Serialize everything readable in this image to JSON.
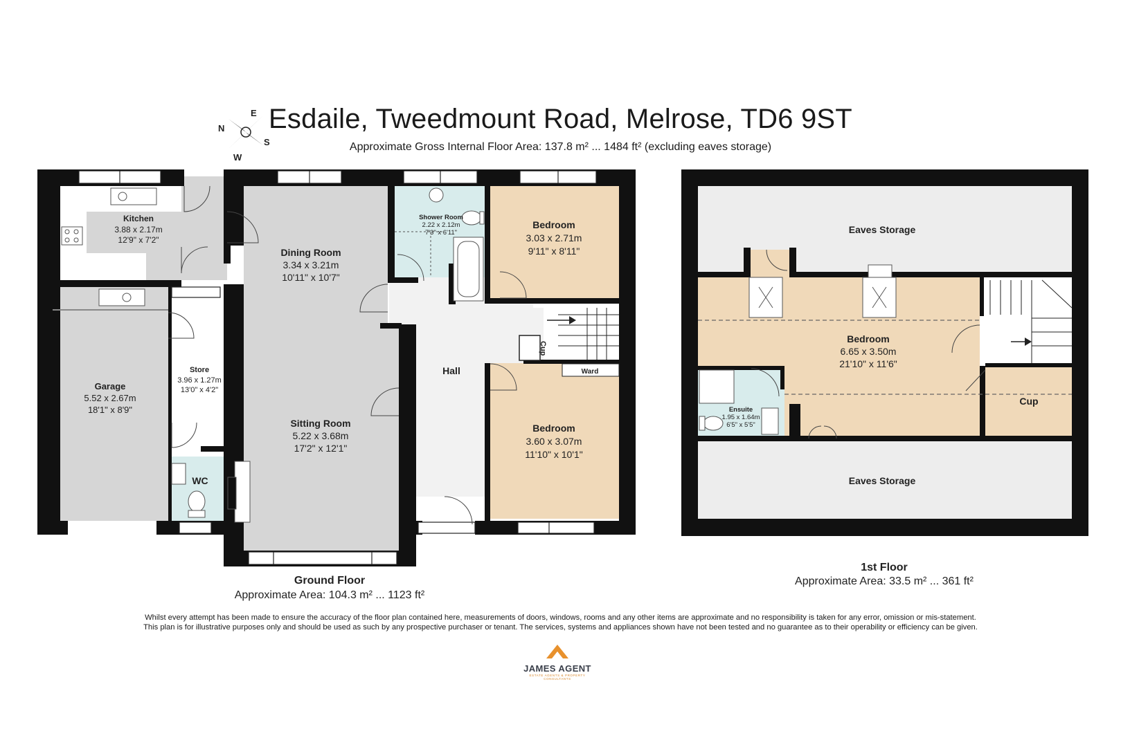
{
  "header": {
    "title": "Esdaile, Tweedmount Road, Melrose, TD6 9ST",
    "subtitle": "Approximate Gross Internal Floor Area: 137.8 m² ... 1484 ft² (excluding eaves storage)"
  },
  "compass": {
    "n": "N",
    "e": "E",
    "s": "S",
    "w": "W"
  },
  "ground_floor": {
    "label": "Ground Floor",
    "area": "Approximate Area: 104.3 m² ... 1123 ft²",
    "rooms": {
      "kitchen": {
        "name": "Kitchen",
        "metric": "3.88 x 2.17m",
        "imperial": "12'9\" x 7'2\""
      },
      "garage": {
        "name": "Garage",
        "metric": "5.52 x 2.67m",
        "imperial": "18'1\" x 8'9\""
      },
      "store": {
        "name": "Store",
        "metric": "3.96 x 1.27m",
        "imperial": "13'0\" x 4'2\""
      },
      "wc": {
        "name": "WC"
      },
      "dining": {
        "name": "Dining Room",
        "metric": "3.34 x 3.21m",
        "imperial": "10'11\" x 10'7\""
      },
      "sitting": {
        "name": "Sitting Room",
        "metric": "5.22 x 3.68m",
        "imperial": "17'2\" x 12'1\""
      },
      "shower": {
        "name": "Shower Room",
        "metric": "2.22 x 2.12m",
        "imperial": "7'3\" x 6'11\""
      },
      "hall": {
        "name": "Hall"
      },
      "bedroom1": {
        "name": "Bedroom",
        "metric": "3.03 x 2.71m",
        "imperial": "9'11\" x 8'11\""
      },
      "bedroom2": {
        "name": "Bedroom",
        "metric": "3.60 x 3.07m",
        "imperial": "11'10\" x 10'1\""
      },
      "cup": {
        "name": "Cup"
      },
      "ward": {
        "name": "Ward"
      }
    }
  },
  "first_floor": {
    "label": "1st Floor",
    "area": "Approximate Area: 33.5 m² ... 361 ft²",
    "rooms": {
      "eaves_top": {
        "name": "Eaves Storage"
      },
      "eaves_bottom": {
        "name": "Eaves Storage"
      },
      "bedroom": {
        "name": "Bedroom",
        "metric": "6.65 x 3.50m",
        "imperial": "21'10\" x 11'6\""
      },
      "ensuite": {
        "name": "Ensuite",
        "metric": "1.95 x 1.64m",
        "imperial": "6'5\" x 5'5\""
      },
      "cup": {
        "name": "Cup"
      }
    }
  },
  "footer": {
    "disclaimer_line1": "Whilst every attempt has been made to ensure the accuracy of the floor plan contained here, measurements of doors, windows, rooms and any other items are approximate and no responsibility is taken for any error, omission or mis-statement.",
    "disclaimer_line2": "This plan is for illustrative purposes only and should be used as such by any prospective purchaser or tenant. The services, systems and appliances shown have not been tested and no guarantee as to their operability or efficiency can be given."
  },
  "logo": {
    "name": "JAMES AGENT",
    "tagline": "ESTATE AGENTS & PROPERTY CONSULTANTS"
  },
  "colors": {
    "wall": "#111111",
    "grey_room": "#d6d6d6",
    "light_room": "#efefef",
    "bedroom": "#f0d9b9",
    "wet_room": "#d8ecec",
    "eaves": "#ededed"
  }
}
